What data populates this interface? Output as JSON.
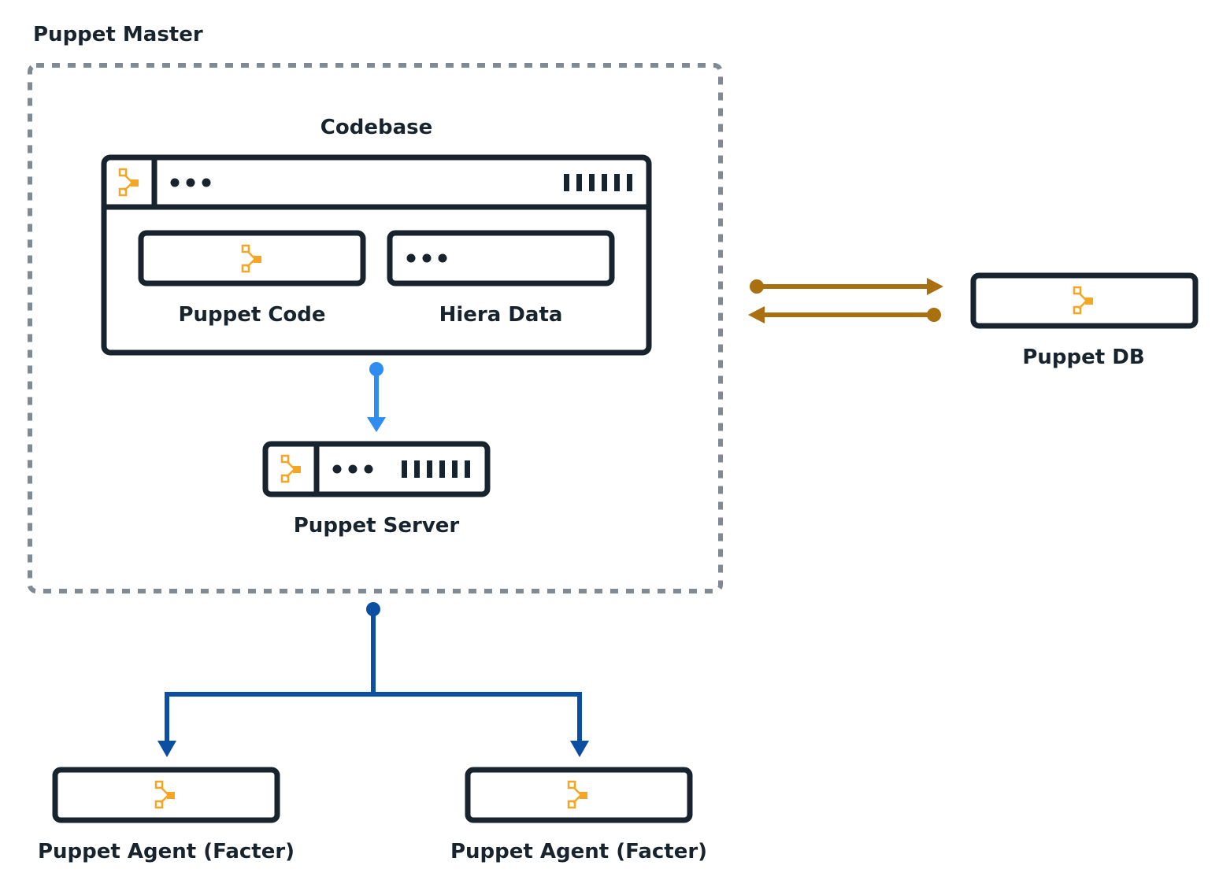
{
  "labels": {
    "master": "Puppet Master",
    "codebase": "Codebase",
    "code": "Puppet Code",
    "hiera": "Hiera Data",
    "server": "Puppet Server",
    "db": "Puppet DB",
    "agent1": "Puppet Agent (Facter)",
    "agent2": "Puppet Agent (Facter)"
  },
  "colors": {
    "frame": "#17232d",
    "dashed_border": "#808a93",
    "icon_orange": "#f5a623",
    "arrow_light_blue": "#2f8cf0",
    "arrow_dark_blue": "#0b4ea2",
    "arrow_gold": "#a8700f"
  }
}
